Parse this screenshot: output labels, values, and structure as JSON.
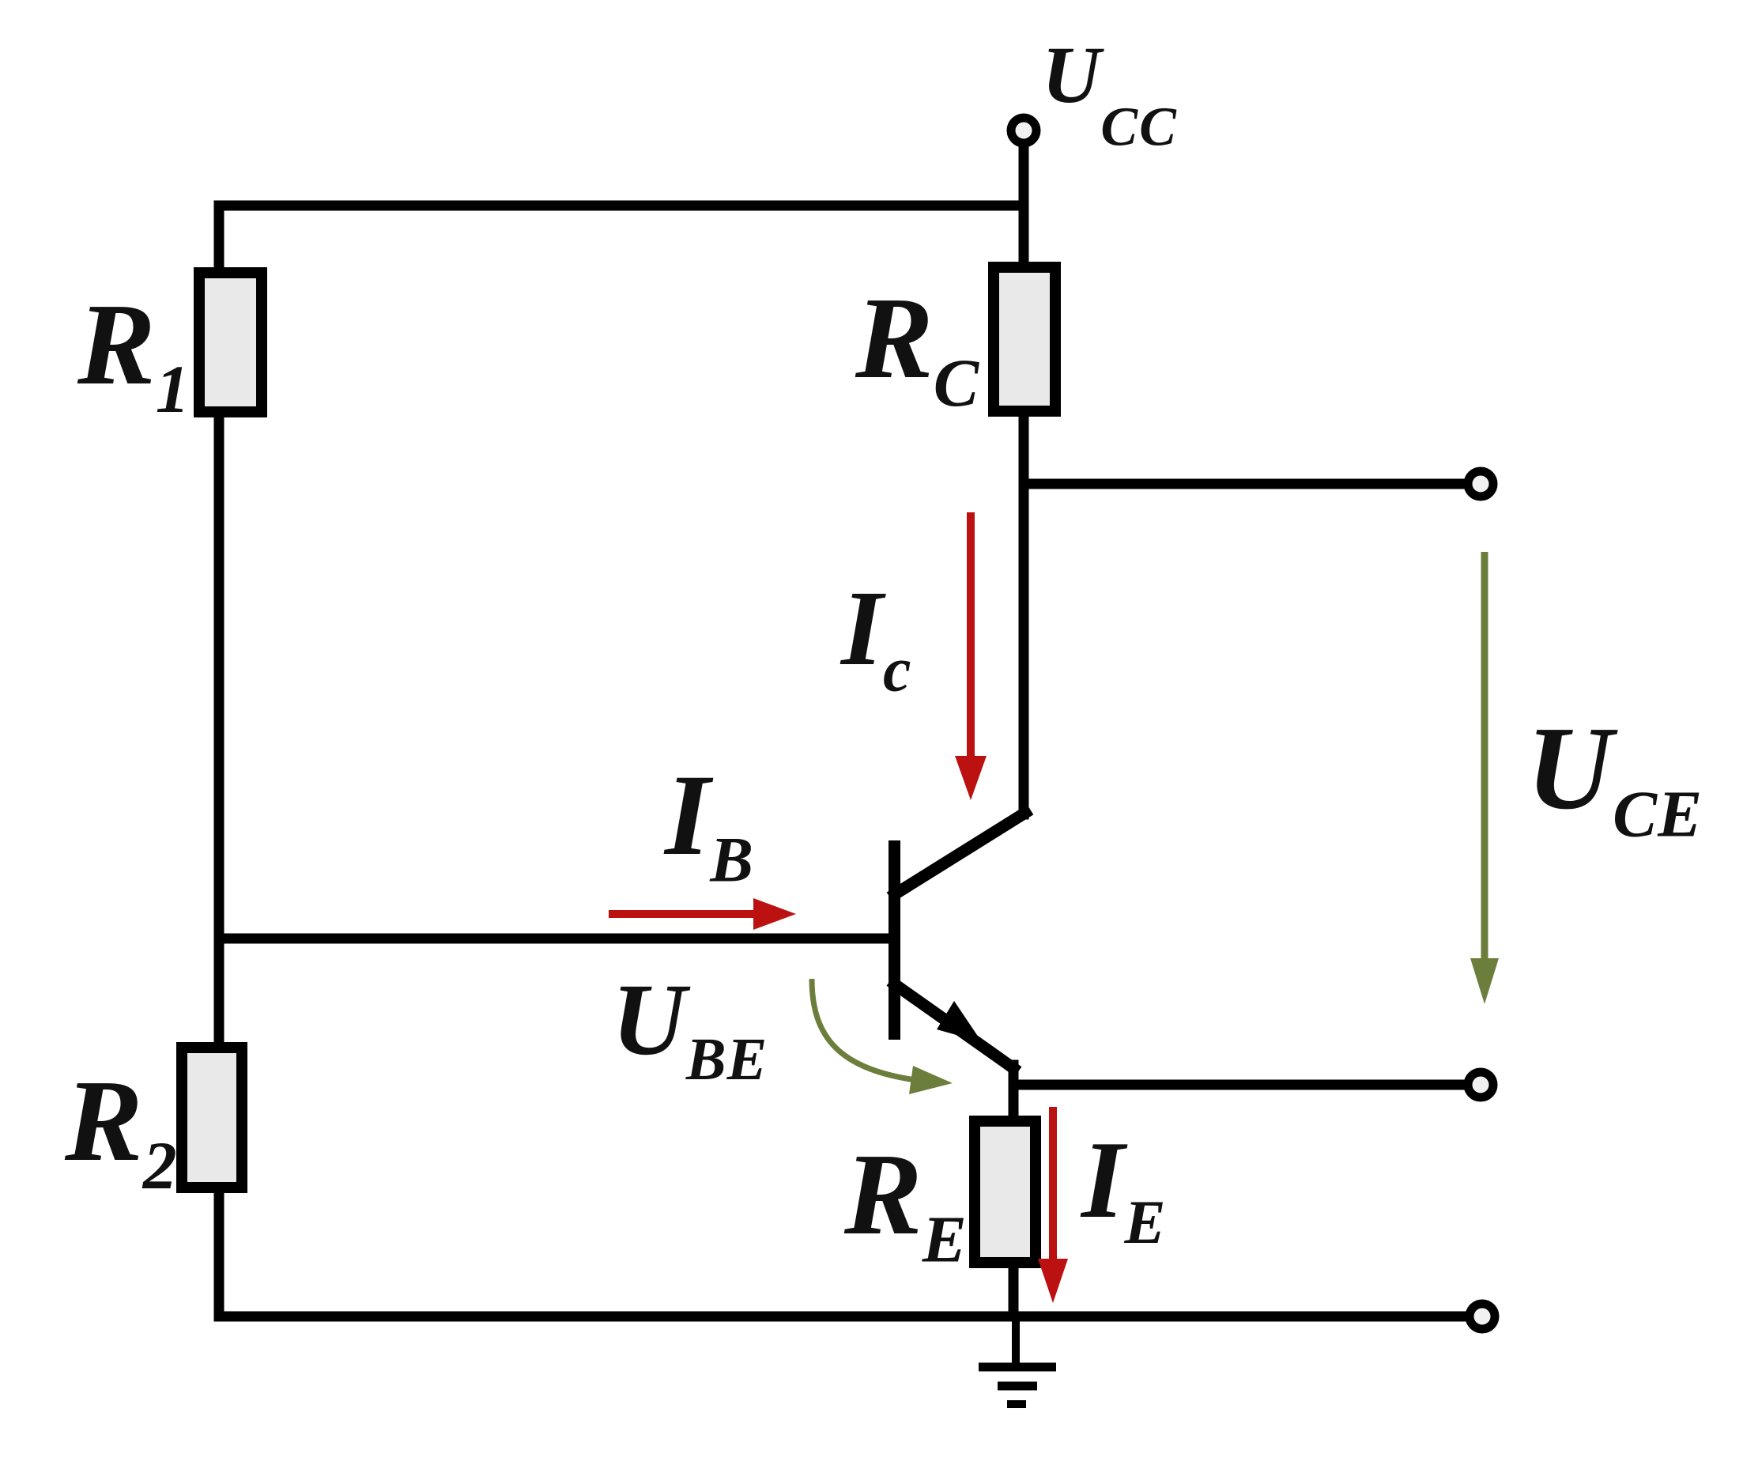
{
  "diagram": {
    "type": "circuit-schematic",
    "description": "NPN transistor voltage-divider bias amplifier stage"
  },
  "labels": {
    "ucc": {
      "main": "U",
      "sub": "CC"
    },
    "r1": {
      "main": "R",
      "sub": "1"
    },
    "rc": {
      "main": "R",
      "sub": "C"
    },
    "r2": {
      "main": "R",
      "sub": "2"
    },
    "re": {
      "main": "R",
      "sub": "E"
    },
    "ic": {
      "main": "I",
      "sub": "c"
    },
    "ib": {
      "main": "I",
      "sub": "B"
    },
    "ie": {
      "main": "I",
      "sub": "E"
    },
    "ube": {
      "main": "U",
      "sub": "BE"
    },
    "uce": {
      "main": "U",
      "sub": "CE"
    }
  },
  "colors": {
    "wire": "#000000",
    "current_arrow": "#bb1111",
    "voltage_arrow": "#6c7e3c",
    "resistor_fill": "#e9e9e9",
    "terminal_fill": "#f1f1f1",
    "label_color": "#111111",
    "background": "#ffffff"
  }
}
